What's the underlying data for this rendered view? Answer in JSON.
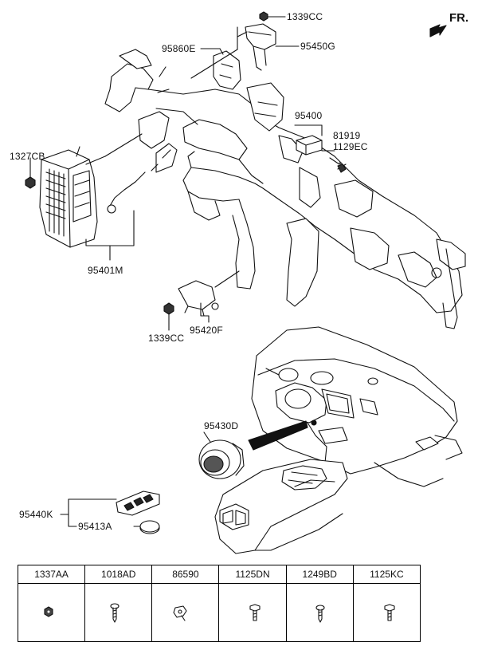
{
  "orientation_label": "FR.",
  "callouts": {
    "p1339cc_top": "1339CC",
    "p95860e": "95860E",
    "p95450g": "95450G",
    "p1327cb": "1327CB",
    "p95400": "95400",
    "p81919": "81919",
    "p1129ec": "1129EC",
    "p95401m": "95401M",
    "p1339cc_bottom": "1339CC",
    "p95420f": "95420F",
    "p95430d": "95430D",
    "p95440k": "95440K",
    "p95413a": "95413A"
  },
  "legend": {
    "headers": [
      "1337AA",
      "1018AD",
      "86590",
      "1125DN",
      "1249BD",
      "1125KC"
    ],
    "icons": [
      "nut-icon",
      "screw-icon",
      "clip-icon",
      "bolt-icon",
      "screw-icon",
      "bolt-icon"
    ]
  }
}
